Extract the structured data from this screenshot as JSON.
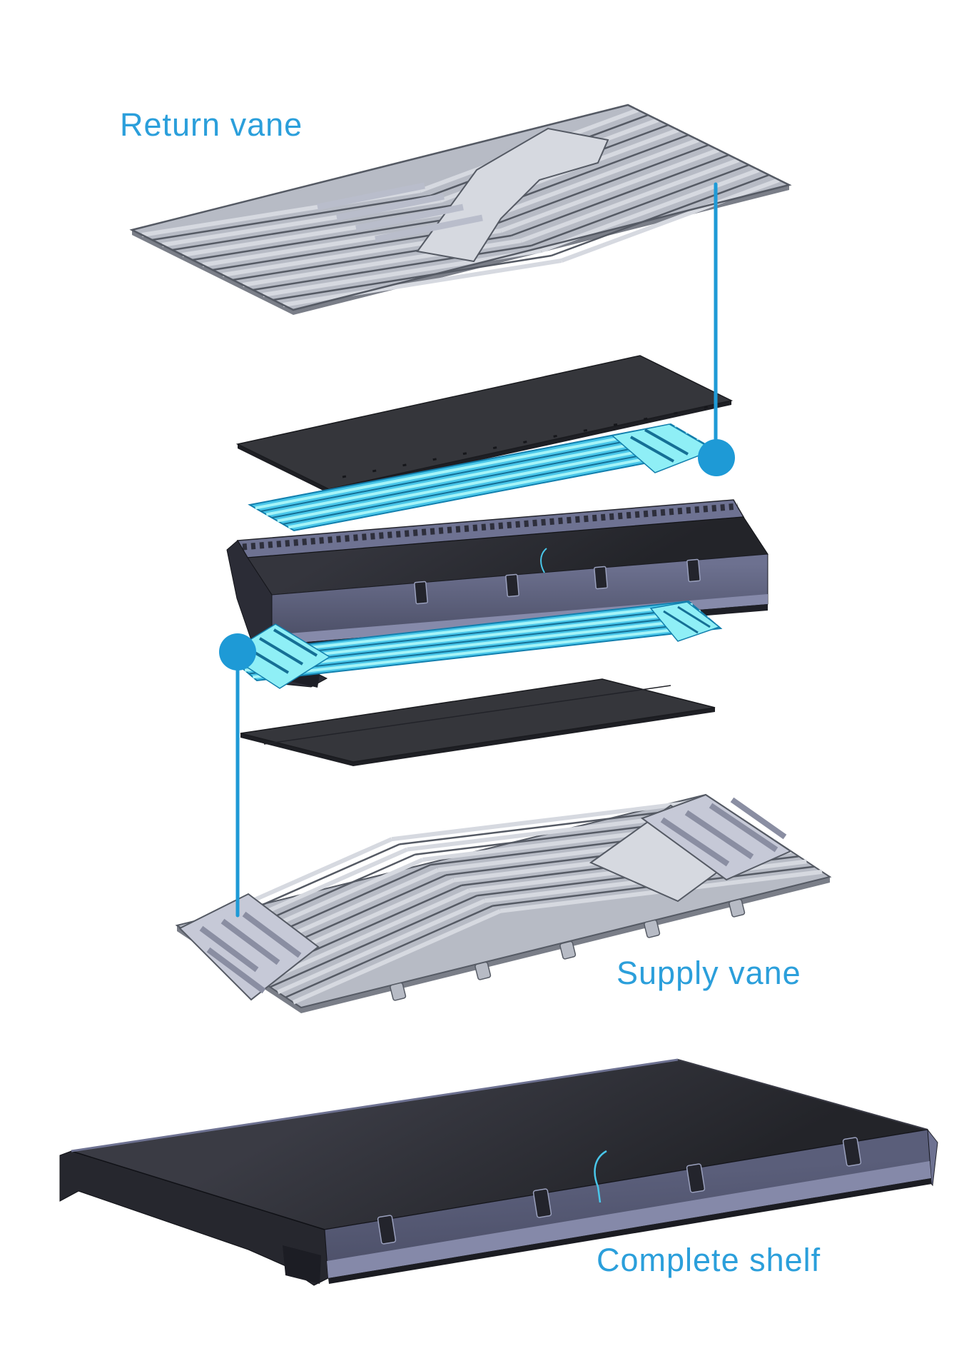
{
  "diagram": {
    "type": "exploded-assembly-illustration",
    "labels": {
      "return_vane": "Return vane",
      "supply_vane": "Supply vane",
      "complete_shelf": "Complete shelf"
    },
    "parts": [
      {
        "name": "return-vane"
      },
      {
        "name": "top-foam-sheet"
      },
      {
        "name": "return-vane-insert"
      },
      {
        "name": "shelf-tray"
      },
      {
        "name": "supply-vane-insert"
      },
      {
        "name": "bottom-foam-sheet"
      },
      {
        "name": "supply-vane"
      },
      {
        "name": "complete-shelf"
      }
    ],
    "callouts": [
      {
        "name": "return-vane-callout",
        "shape": "line-with-dot"
      },
      {
        "name": "supply-vane-callout",
        "shape": "dot-with-line"
      }
    ]
  },
  "colors": {
    "accent": "#2B9FDB",
    "connector": "#1E9AD6",
    "vane_gray": "#B7BBC5",
    "vane_gray_light": "#D6D9E0",
    "vane_gray_dark": "#555A64",
    "grille_gray": "#C6C9D7",
    "cyan": "#49C6E9",
    "cyan_light": "#A5F4F8",
    "cyan_bright": "#8FEFF6",
    "cyan_dark": "#156F95",
    "sheet_black": "#35363B",
    "sheet_edge": "#1E1F24",
    "slate": "#6E7292",
    "slate_light": "#868AAA",
    "charcoal": "#2B2C36"
  }
}
